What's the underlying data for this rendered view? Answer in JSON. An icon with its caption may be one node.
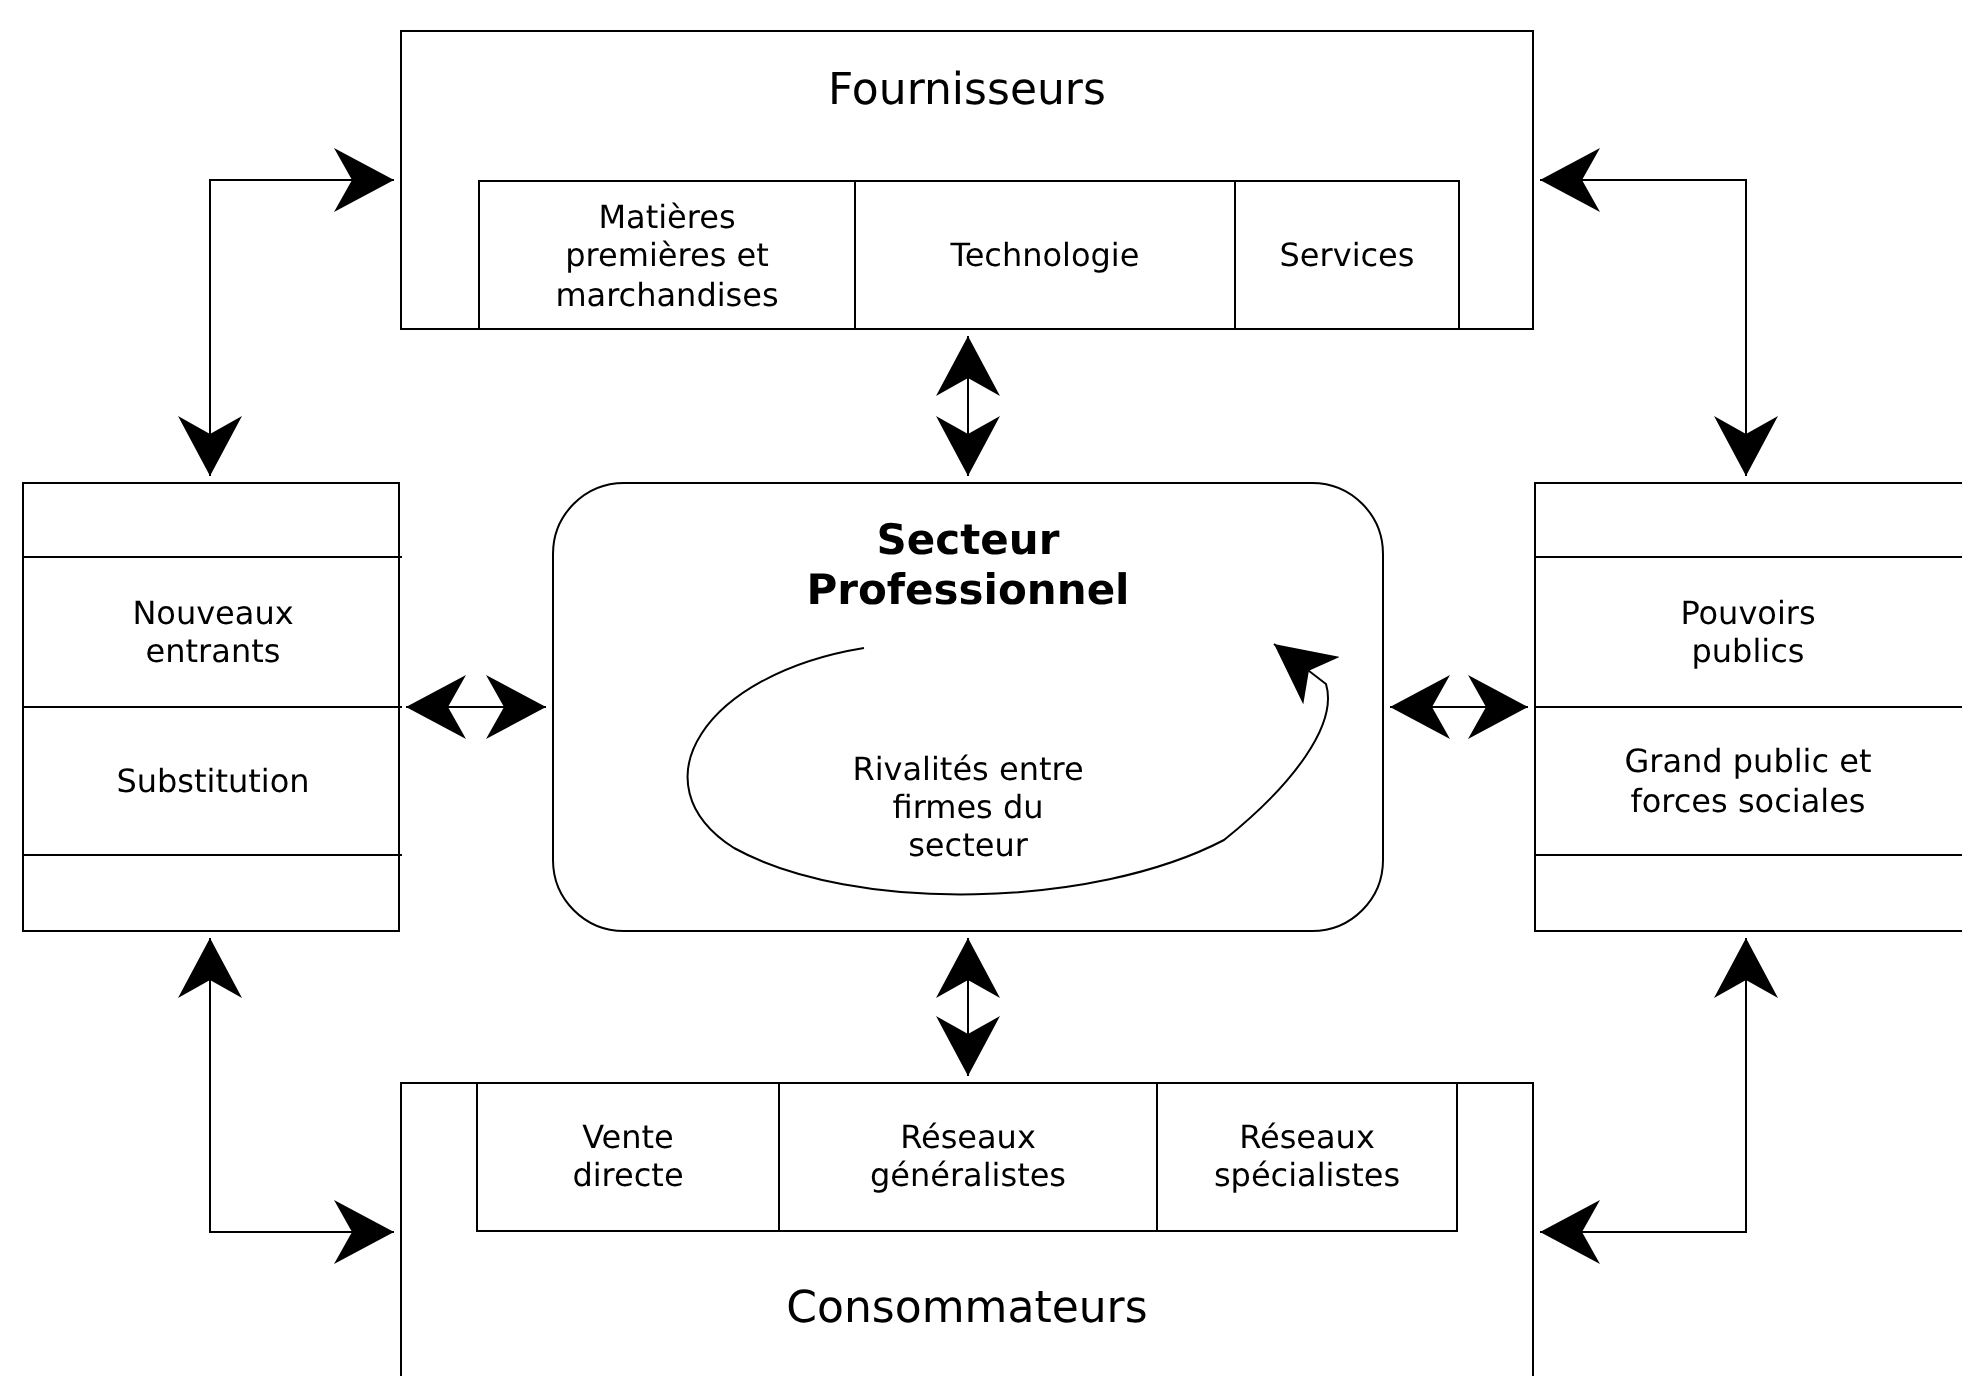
{
  "diagram": {
    "nodes": [
      {
        "text": [
          "Fournisseurs"
        ]
      },
      {
        "text": [
          "Matières premières et marchandises"
        ],
        "in": 0
      },
      {
        "text": [
          "Technologie"
        ],
        "in": 0
      },
      {
        "text": [
          "Services"
        ],
        "in": 0
      },
      {
        "text": [],
        "shape": "box"
      },
      {
        "text": [
          "Nouveaux entrants"
        ],
        "in": 4
      },
      {
        "text": [
          "Substitution"
        ],
        "in": 4
      },
      {
        "text": [
          "Secteur Professionnel",
          "Rivalités entre firmes du secteur"
        ]
      },
      {
        "text": [],
        "shape": "box"
      },
      {
        "text": [
          "Pouvoirs publics"
        ],
        "in": 8
      },
      {
        "text": [
          "Grand public et forces sociales"
        ],
        "in": 8
      },
      {
        "text": [
          "Consommateurs"
        ]
      },
      {
        "text": [
          "Vente directe"
        ],
        "in": 11
      },
      {
        "text": [
          "Réseaux généralistes"
        ],
        "in": 11
      },
      {
        "text": [
          "Réseaux spécialistes"
        ],
        "in": 11
      }
    ],
    "edges": [
      {
        "from": 0,
        "to": 4,
        "arrow": "both"
      },
      {
        "from": 0,
        "to": 8,
        "arrow": "both"
      },
      {
        "from": 0,
        "to": 7,
        "arrow": "both"
      },
      {
        "from": 4,
        "to": 7,
        "arrow": "both"
      },
      {
        "from": 7,
        "to": 8,
        "arrow": "both"
      },
      {
        "from": 7,
        "to": 11,
        "arrow": "both"
      },
      {
        "from": 4,
        "to": 11,
        "arrow": "both"
      },
      {
        "from": 8,
        "to": 11,
        "arrow": "both"
      }
    ]
  }
}
